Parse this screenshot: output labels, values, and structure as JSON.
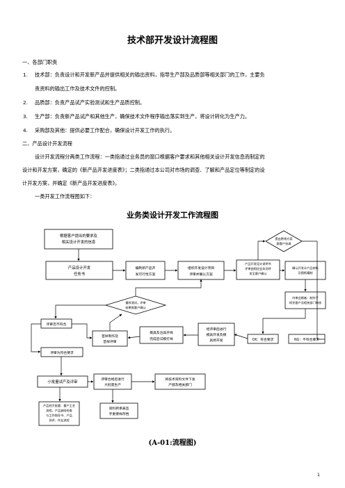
{
  "doc": {
    "title": "技术部开发设计流程图",
    "sec1": "一、各部门职责",
    "items": [
      {
        "num": "1.",
        "text": "技术部：负责设计和开发新产品并提供相关的输出资料，指导生产部及品质部等相关部门的工作，主要负"
      },
      {
        "num": "",
        "text": "责资料的输出工作及技术文件的控制。"
      },
      {
        "num": "2.",
        "text": "品质部：负责产品试产实验测试和生产品质控制。"
      },
      {
        "num": "3.",
        "text": "生产部：负责新产品试产和其他生产，确保技术文件程序输出落实到生产，将设计转化为生产力。"
      },
      {
        "num": "4.",
        "text": "采购部及其他：提供必要工作配合，确保设计开发工作的执行。"
      }
    ],
    "sec2": "二、产品设计开发流程",
    "p1": "设计开发流程分两类工作流程：一类指通过业务员的窗口根据客户要求和其他相关设计开发信息而制定的",
    "p2": "设计和开发方案，确定的《新产品开发进度表》；二类指通过本公司对市场的调查、了解和产品定位等制定的设",
    "p3": "计开发方案，并确定《新产品开发进度表》。",
    "p4": "一类开发工作流程图如下：",
    "chart_title": "业务类设计开发工作流程图",
    "caption": "(A-01:流程图)",
    "page": "1"
  },
  "flow": {
    "n1": [
      "根据客户提出的要求及",
      "相关设计开发的信息"
    ],
    "n2": [
      "产品设计开发",
      "任务书"
    ],
    "n3": [
      "编制新产品开",
      "发可行性方案"
    ],
    "n4": [
      "组织开发设计项目",
      "评审并确认方案"
    ],
    "n5": [
      "产品开发设计说明书",
      "评审由相应业务员转",
      "发至客户确认"
    ],
    "d1": [
      "提出更改方案",
      "跟客户协调"
    ],
    "n6": [
      "确认开发计产品材料",
      "及图纸编制"
    ],
    "n7": [
      "内审会格者：制作手",
      "样交客户及相关部门审核"
    ],
    "d2": [
      "量样测试，评审",
      "结果报客户确认"
    ],
    "n8": [
      "评审否不符合"
    ],
    "n9": [
      "首样制作及",
      "首样评审"
    ],
    "n10": [
      "模具及治具开样",
      "完成后试模打样"
    ],
    "n11": [
      "经评审后进行",
      "模具开发及模",
      "具修开发"
    ],
    "n12": [
      "OK：符合要求"
    ],
    "n13": [
      "NG：不符合要求"
    ],
    "n14": [
      "评审为符合要求"
    ],
    "n15": [
      "小批量试产及评审"
    ],
    "n16": [
      "评审合格后进行",
      "大批量生产"
    ],
    "n17": [
      "将技术资料文件下发",
      "产部及相关部门"
    ],
    "n18": [
      "产品经大批量、量产工艺",
      "流程，产品缺陷检查",
      "与工作指导书、产品",
      "测评、作业流程"
    ],
    "n19": [
      "资料转承表签",
      "字重要样存档"
    ]
  }
}
